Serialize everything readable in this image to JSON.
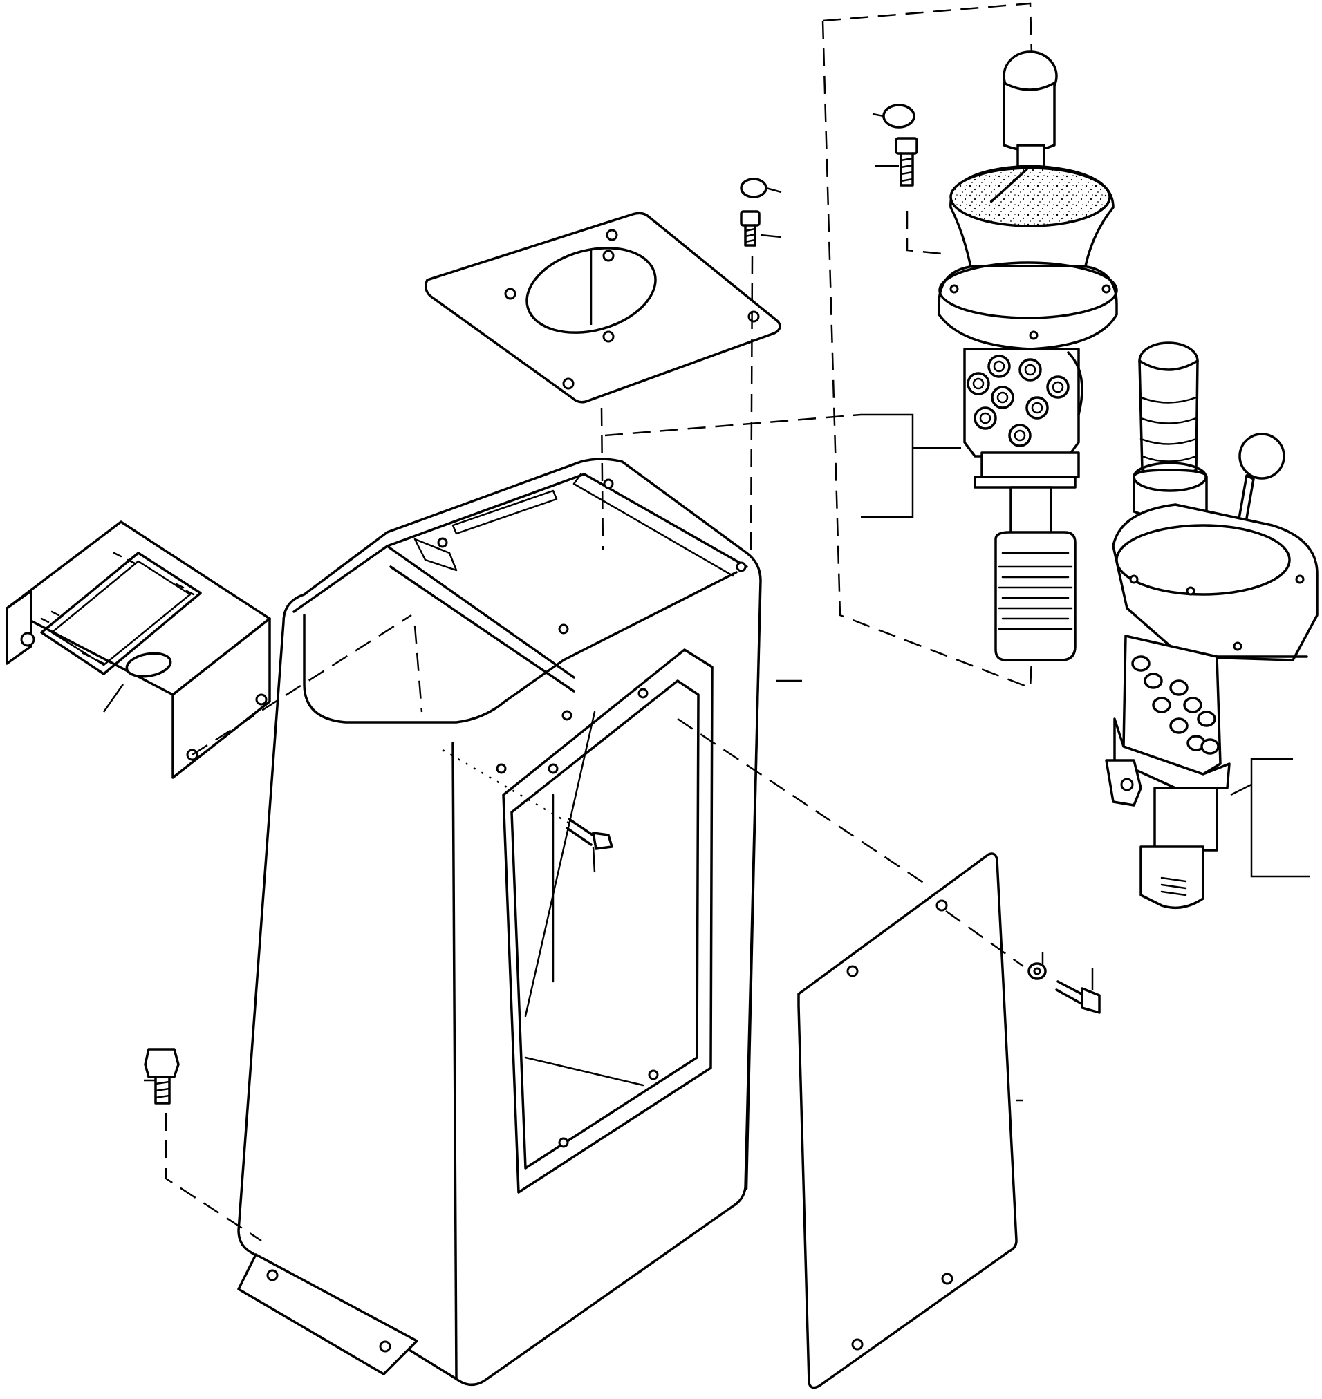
{
  "diagram": {
    "parts": [
      {
        "id": "console-housing",
        "label": ""
      },
      {
        "id": "top-mounting-plate",
        "label": ""
      },
      {
        "id": "side-bracket-plate",
        "label": ""
      },
      {
        "id": "access-cover-panel",
        "label": ""
      },
      {
        "id": "joystick-control-valve",
        "label": ""
      },
      {
        "id": "dual-lever-control-valve",
        "label": ""
      }
    ],
    "colors": {
      "line": "#000000",
      "background": "#ffffff"
    }
  }
}
